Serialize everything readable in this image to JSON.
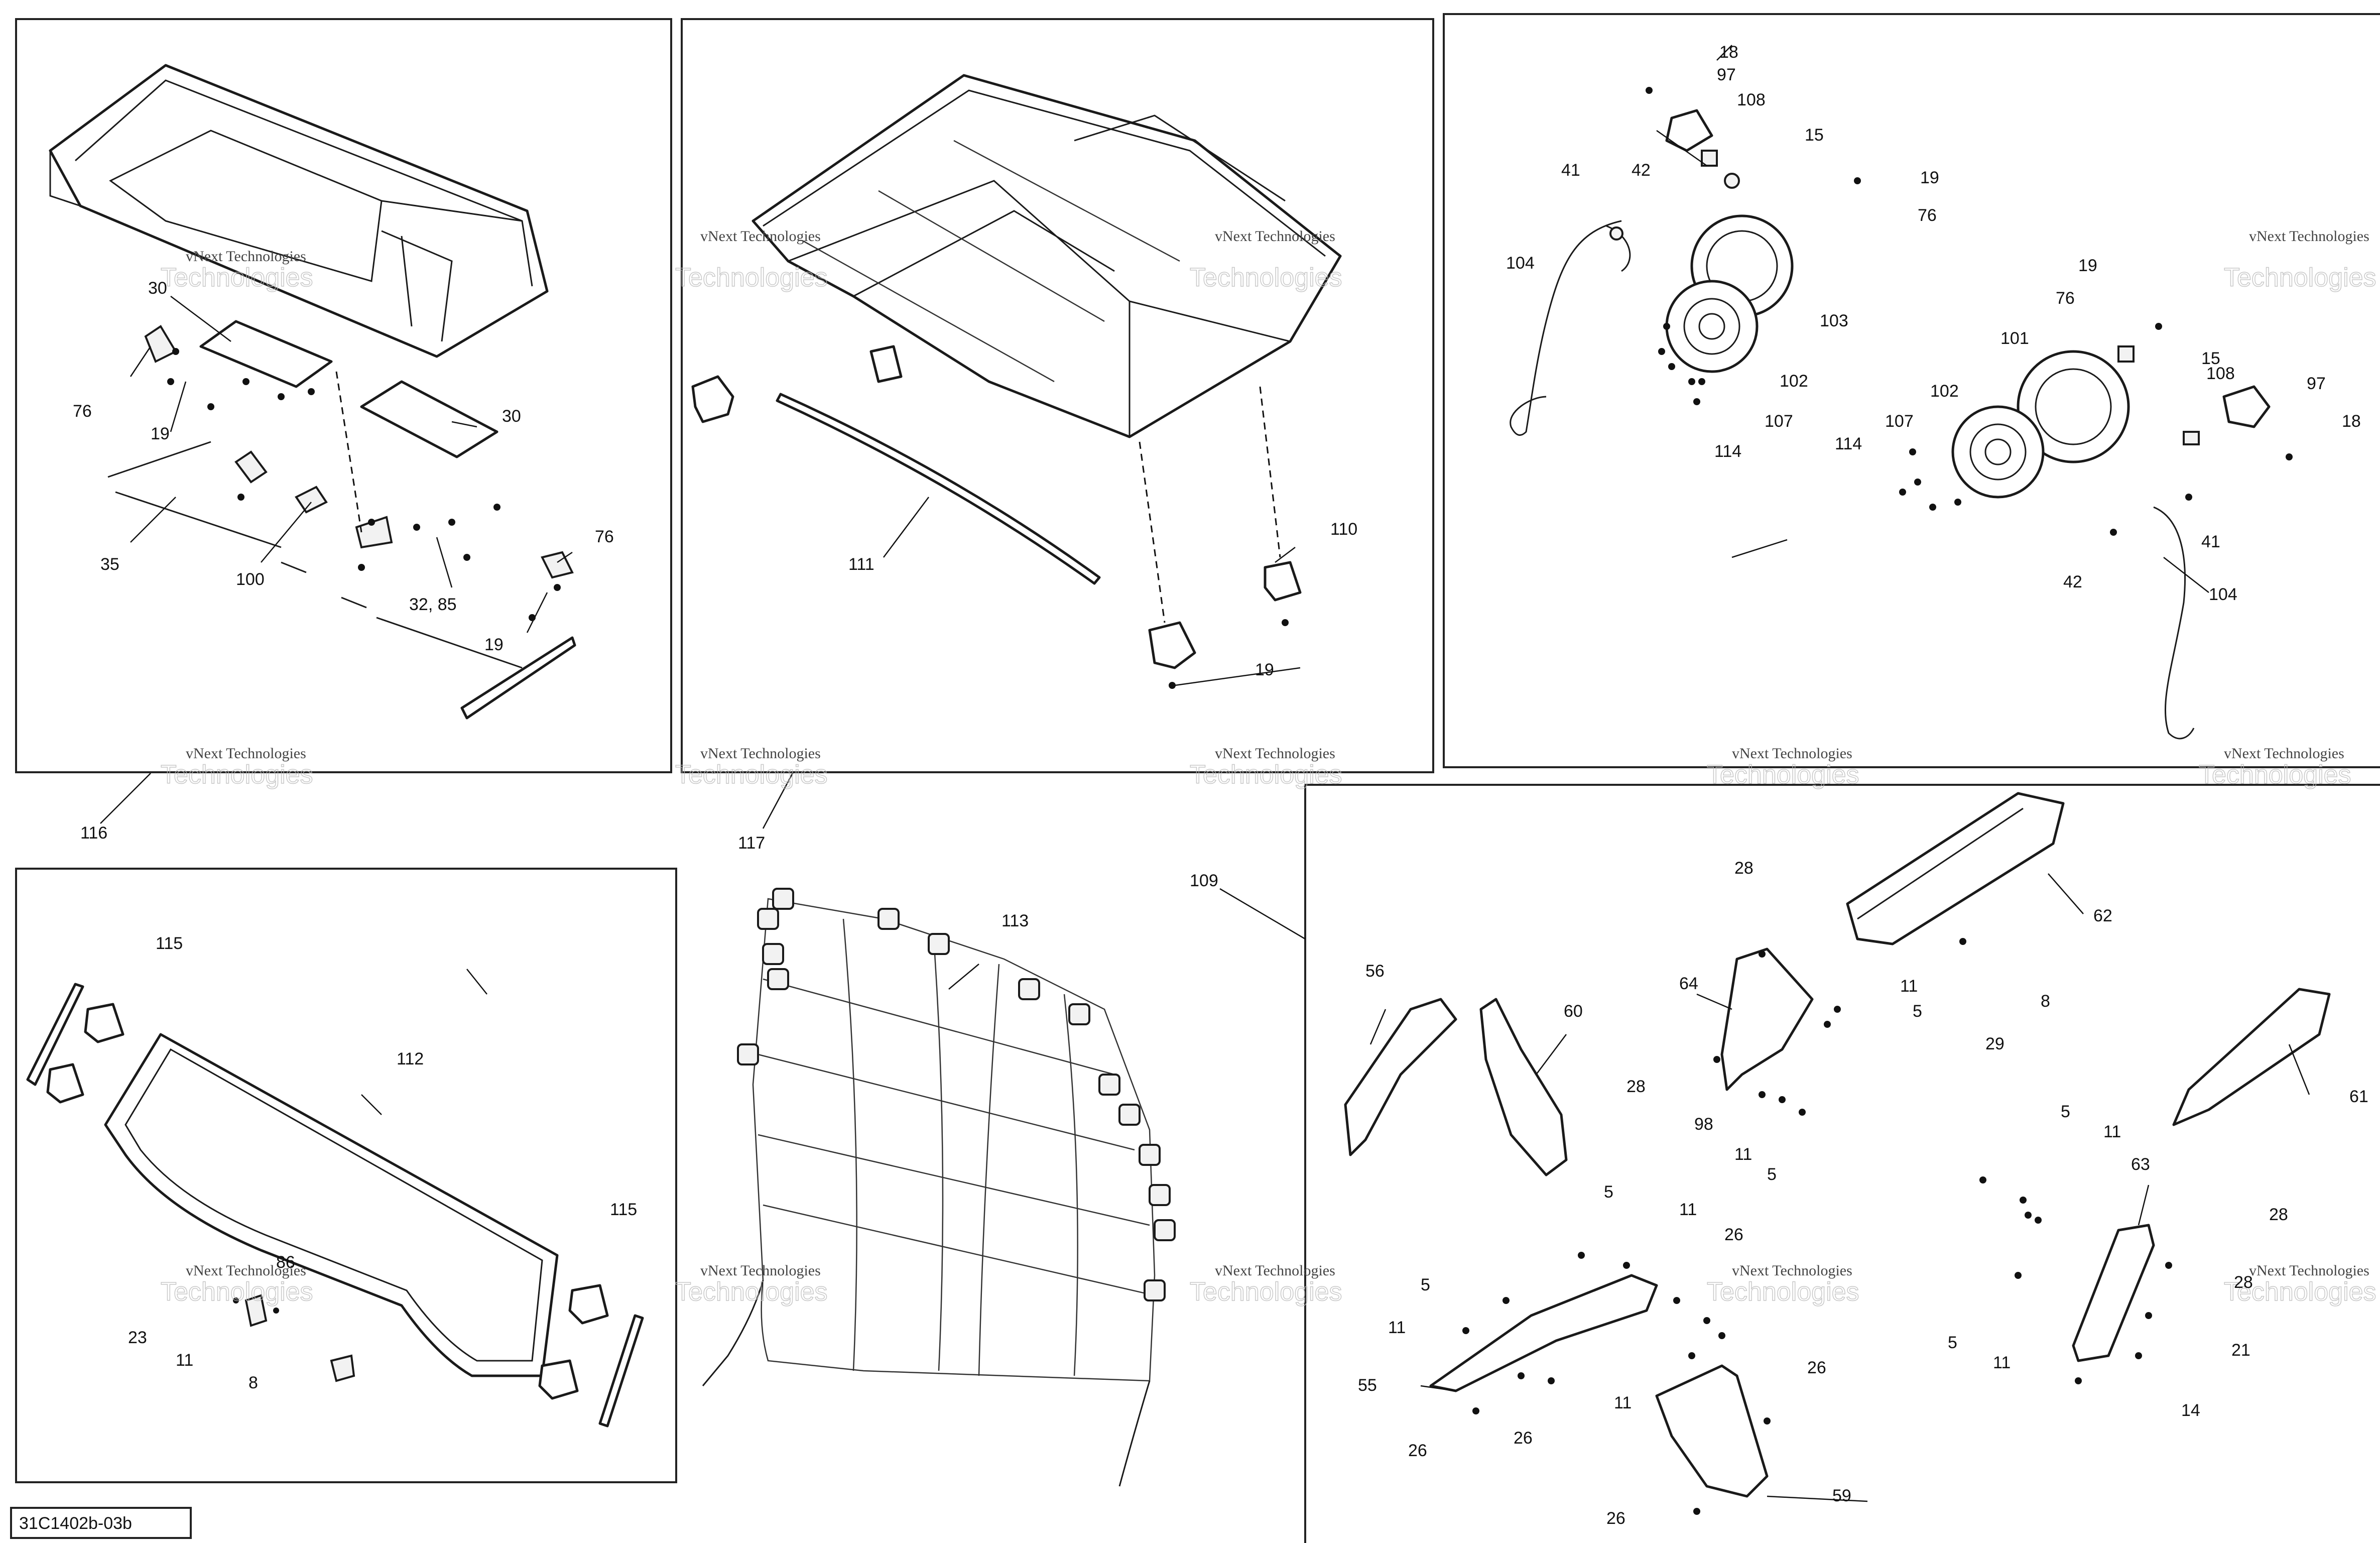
{
  "diagram_code": "31C1402b-03b",
  "watermark": {
    "line1": "vNext Technologies",
    "line2": "Technologies"
  },
  "callouts": [
    {
      "id": "c-116",
      "text": "116"
    },
    {
      "id": "c-117",
      "text": "117"
    },
    {
      "id": "c-109",
      "text": "109"
    },
    {
      "id": "c-30a",
      "text": "30"
    },
    {
      "id": "c-30b",
      "text": "30"
    },
    {
      "id": "c-76a",
      "text": "76"
    },
    {
      "id": "c-76b",
      "text": "76"
    },
    {
      "id": "c-19a",
      "text": "19"
    },
    {
      "id": "c-19b",
      "text": "19"
    },
    {
      "id": "c-35",
      "text": "35"
    },
    {
      "id": "c-100",
      "text": "100"
    },
    {
      "id": "c-3285",
      "text": "32, 85"
    },
    {
      "id": "c-111",
      "text": "111"
    },
    {
      "id": "c-110",
      "text": "110"
    },
    {
      "id": "c-19c",
      "text": "19"
    },
    {
      "id": "c-18a",
      "text": "18"
    },
    {
      "id": "c-97a",
      "text": "97"
    },
    {
      "id": "c-108a",
      "text": "108"
    },
    {
      "id": "c-15a",
      "text": "15"
    },
    {
      "id": "c-19d",
      "text": "19"
    },
    {
      "id": "c-76c",
      "text": "76"
    },
    {
      "id": "c-41a",
      "text": "41"
    },
    {
      "id": "c-42a",
      "text": "42"
    },
    {
      "id": "c-104a",
      "text": "104"
    },
    {
      "id": "c-103",
      "text": "103"
    },
    {
      "id": "c-102a",
      "text": "102"
    },
    {
      "id": "c-107a",
      "text": "107"
    },
    {
      "id": "c-114a",
      "text": "114"
    },
    {
      "id": "c-19e",
      "text": "19"
    },
    {
      "id": "c-76d",
      "text": "76"
    },
    {
      "id": "c-101",
      "text": "101"
    },
    {
      "id": "c-15b",
      "text": "15"
    },
    {
      "id": "c-108b",
      "text": "108"
    },
    {
      "id": "c-97b",
      "text": "97"
    },
    {
      "id": "c-18b",
      "text": "18"
    },
    {
      "id": "c-102b",
      "text": "102"
    },
    {
      "id": "c-107b",
      "text": "107"
    },
    {
      "id": "c-114b",
      "text": "114"
    },
    {
      "id": "c-41b",
      "text": "41"
    },
    {
      "id": "c-42b",
      "text": "42"
    },
    {
      "id": "c-104b",
      "text": "104"
    },
    {
      "id": "c-115a",
      "text": "115"
    },
    {
      "id": "c-112",
      "text": "112"
    },
    {
      "id": "c-115b",
      "text": "115"
    },
    {
      "id": "c-86",
      "text": "86"
    },
    {
      "id": "c-23",
      "text": "23"
    },
    {
      "id": "c-11a",
      "text": "11"
    },
    {
      "id": "c-8a",
      "text": "8"
    },
    {
      "id": "c-113",
      "text": "113"
    },
    {
      "id": "c-28a",
      "text": "28"
    },
    {
      "id": "c-62",
      "text": "62"
    },
    {
      "id": "c-56",
      "text": "56"
    },
    {
      "id": "c-60",
      "text": "60"
    },
    {
      "id": "c-64",
      "text": "64"
    },
    {
      "id": "c-11b",
      "text": "11"
    },
    {
      "id": "c-5a",
      "text": "5"
    },
    {
      "id": "c-8b",
      "text": "8"
    },
    {
      "id": "c-28b",
      "text": "28"
    },
    {
      "id": "c-98",
      "text": "98"
    },
    {
      "id": "c-11c",
      "text": "11"
    },
    {
      "id": "c-5b",
      "text": "5"
    },
    {
      "id": "c-29",
      "text": "29"
    },
    {
      "id": "c-61",
      "text": "61"
    },
    {
      "id": "c-5c",
      "text": "5"
    },
    {
      "id": "c-11d",
      "text": "11"
    },
    {
      "id": "c-63",
      "text": "63"
    },
    {
      "id": "c-28c",
      "text": "28"
    },
    {
      "id": "c-28d",
      "text": "28"
    },
    {
      "id": "c-5d",
      "text": "5"
    },
    {
      "id": "c-11e",
      "text": "11"
    },
    {
      "id": "c-21",
      "text": "21"
    },
    {
      "id": "c-14",
      "text": "14"
    },
    {
      "id": "c-5e",
      "text": "5"
    },
    {
      "id": "c-11f",
      "text": "11"
    },
    {
      "id": "c-26a",
      "text": "26"
    },
    {
      "id": "c-5f",
      "text": "5"
    },
    {
      "id": "c-11g",
      "text": "11"
    },
    {
      "id": "c-55",
      "text": "55"
    },
    {
      "id": "c-26b",
      "text": "26"
    },
    {
      "id": "c-26c",
      "text": "26"
    },
    {
      "id": "c-11h",
      "text": "11"
    },
    {
      "id": "c-26d",
      "text": "26"
    },
    {
      "id": "c-26e",
      "text": "26"
    },
    {
      "id": "c-59",
      "text": "59"
    }
  ]
}
